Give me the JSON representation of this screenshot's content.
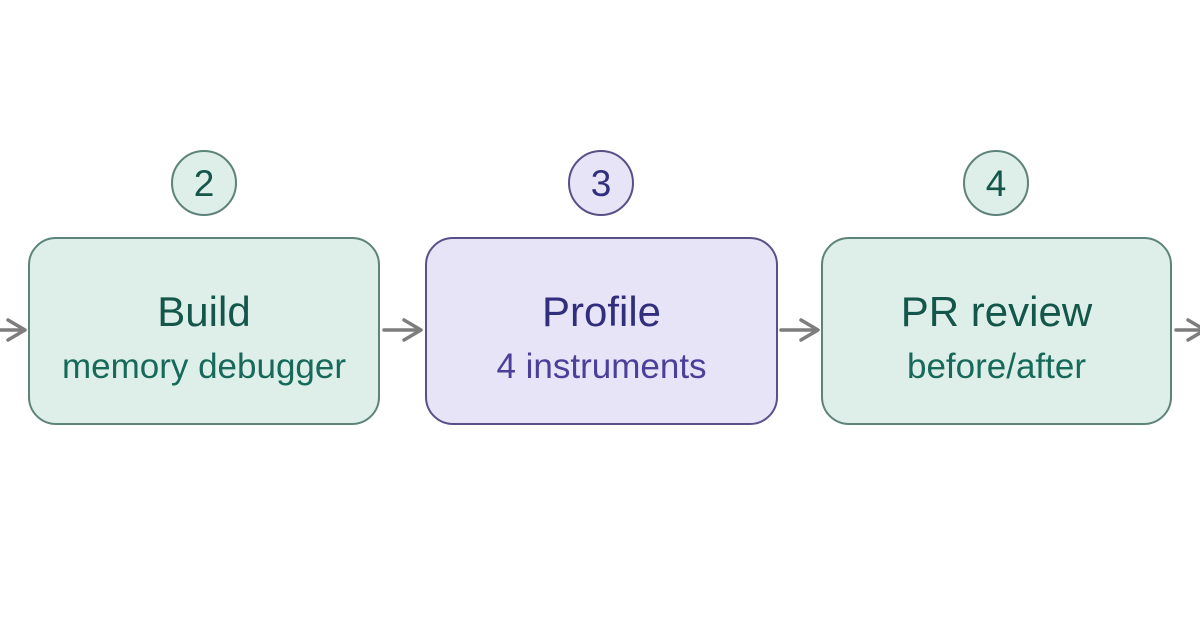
{
  "flowchart": {
    "background_color": "#ffffff",
    "arrow_color": "#7d7d7d",
    "themes": {
      "green": {
        "fill": "#ddefe8",
        "border": "#5d837a",
        "title_color": "#14564a",
        "subtitle_color": "#17695a"
      },
      "purple": {
        "fill": "#e7e4f8",
        "border": "#5a5087",
        "title_color": "#312e7d",
        "subtitle_color": "#4b3f99"
      }
    },
    "nodes": [
      {
        "step": "2",
        "title": "Build",
        "subtitle": "memory debugger",
        "theme": "green"
      },
      {
        "step": "3",
        "title": "Profile",
        "subtitle": "4 instruments",
        "theme": "purple"
      },
      {
        "step": "4",
        "title": "PR review",
        "subtitle": "before/after",
        "theme": "green"
      }
    ],
    "connectors": [
      "incoming-from-left-edge",
      "build-to-profile",
      "profile-to-pr-review",
      "outgoing-to-right-edge"
    ]
  }
}
